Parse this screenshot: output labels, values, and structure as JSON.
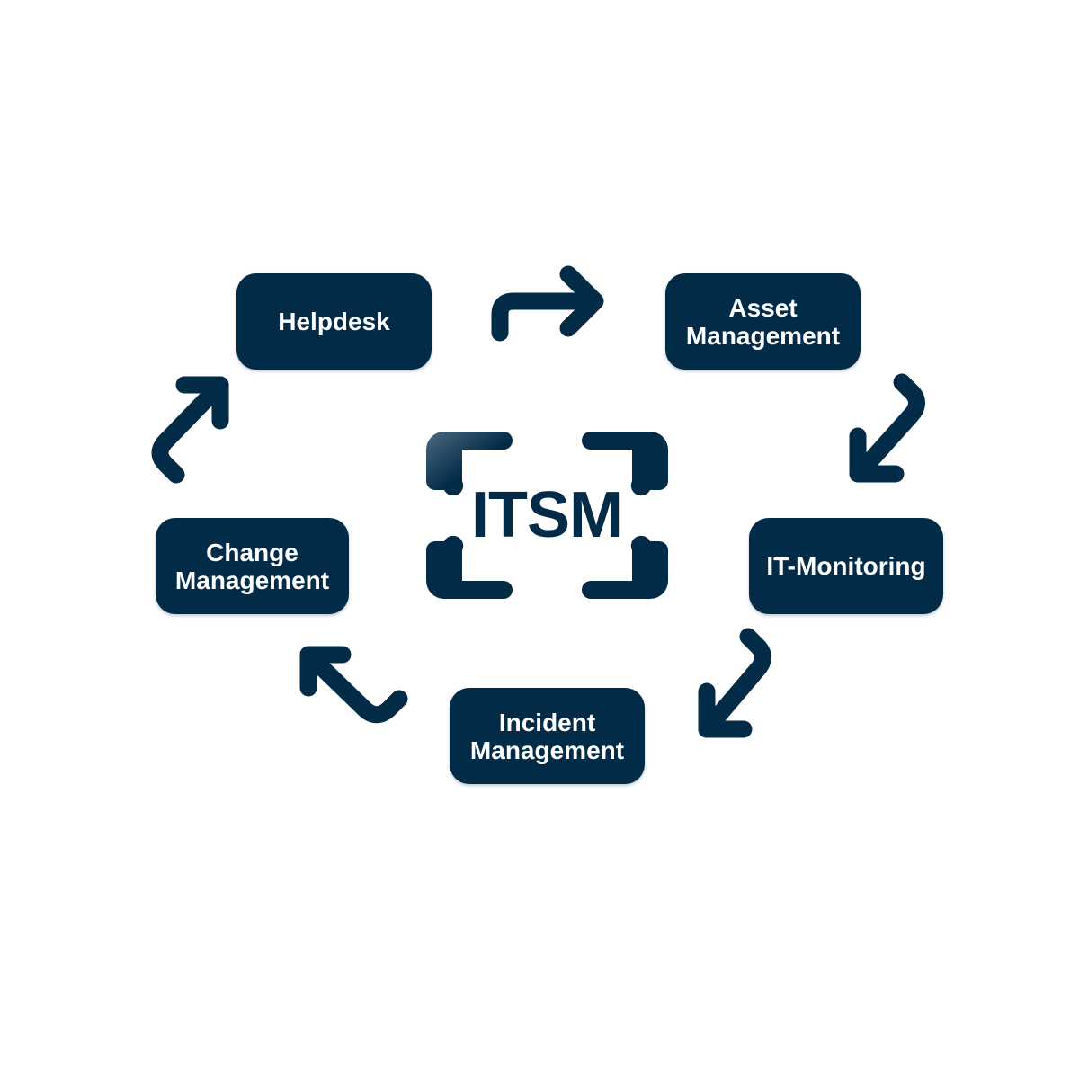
{
  "diagram": {
    "center_title": "ITSM",
    "colors": {
      "node_fill": "#022b48",
      "node_text": "#ffffff",
      "arrow": "#022b48",
      "background": "#ffffff"
    },
    "nodes": [
      {
        "id": "helpdesk",
        "label": "Helpdesk"
      },
      {
        "id": "asset",
        "label": "Asset\nManagement"
      },
      {
        "id": "itmon",
        "label": "IT-Monitoring"
      },
      {
        "id": "incident",
        "label": "Incident\nManagement"
      },
      {
        "id": "change",
        "label": "Change\nManagement"
      }
    ],
    "cycle_order": [
      "Helpdesk",
      "Asset Management",
      "IT-Monitoring",
      "Incident Management",
      "Change Management",
      "Helpdesk"
    ]
  }
}
